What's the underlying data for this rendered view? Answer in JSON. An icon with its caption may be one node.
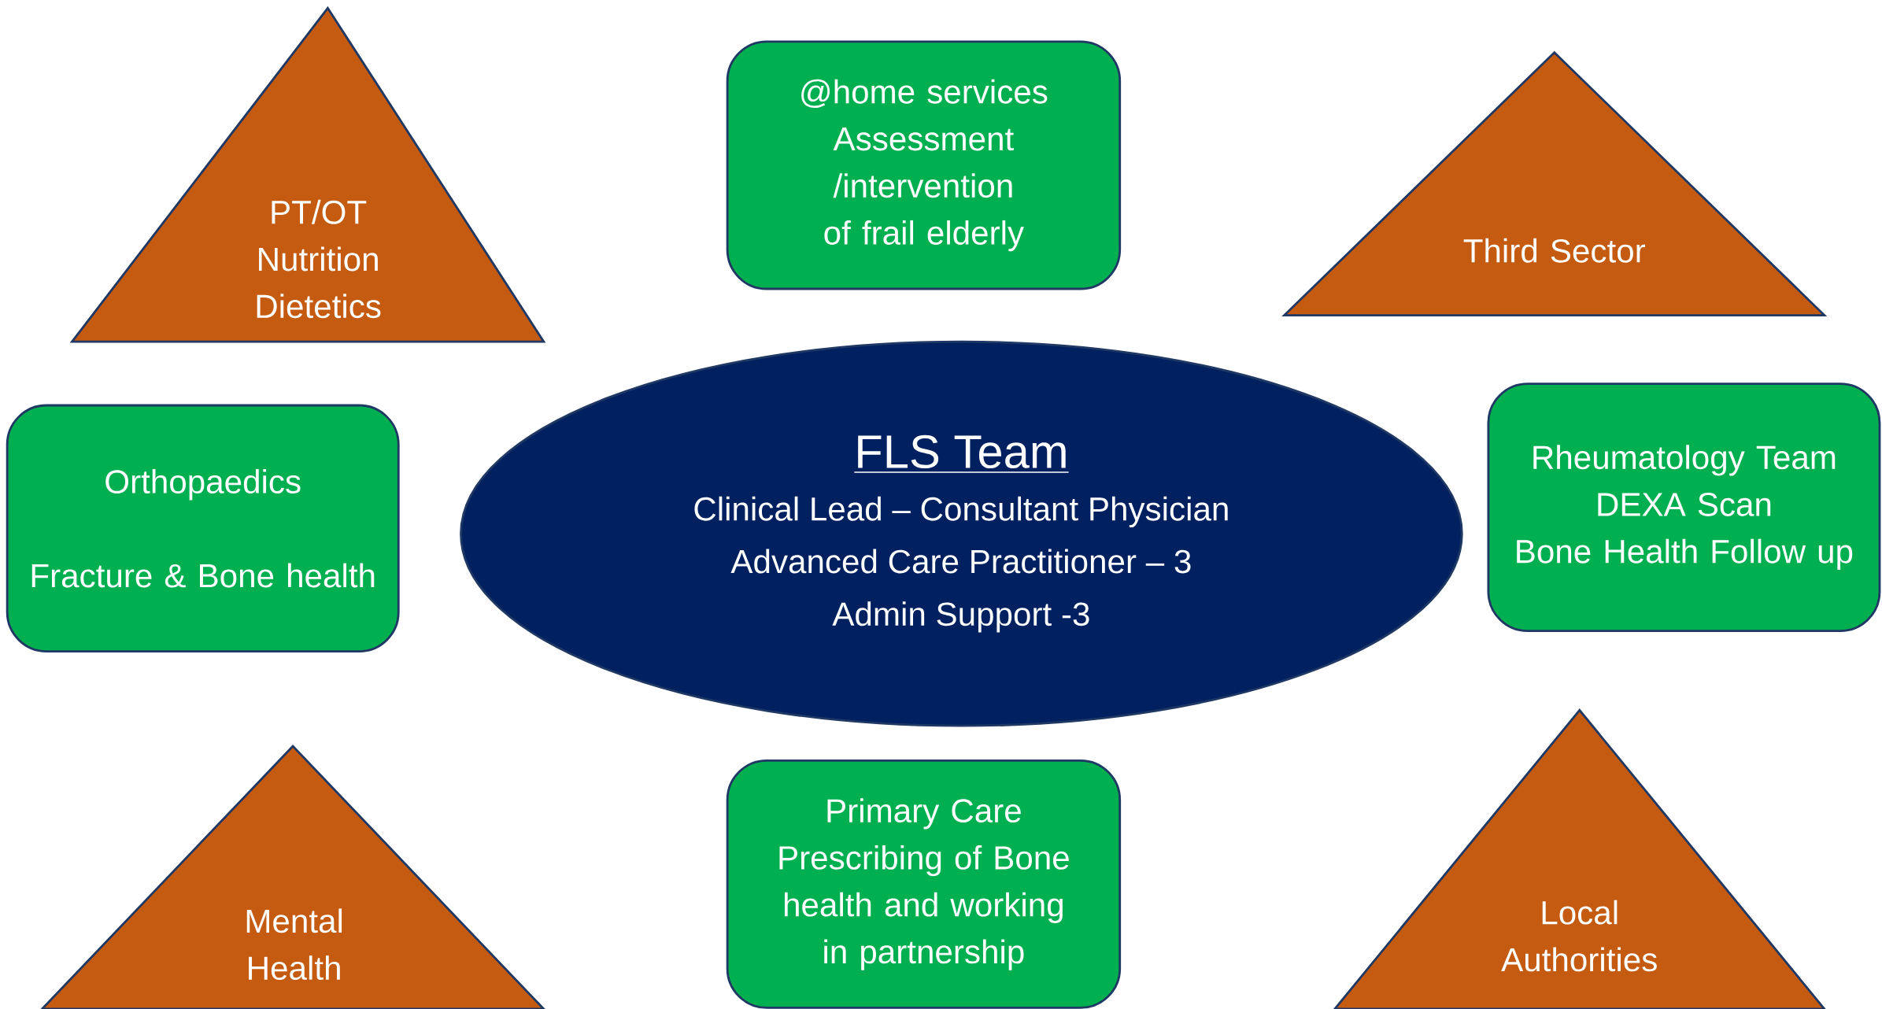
{
  "diagram": {
    "nodes": [
      {
        "text": [
          "PT/OT",
          "Nutrition",
          "Dietetics"
        ]
      },
      {
        "text": [
          "@home services",
          "Assessment /intervention of frail elderly"
        ]
      },
      {
        "text": [
          "Third Sector"
        ]
      },
      {
        "text": [
          "Orthopaedics",
          "Fracture & Bone health"
        ]
      },
      {
        "text": [
          "FLS Team",
          "Clinical Lead – Consultant Physician",
          "Advanced Care Practitioner – 3",
          "Admin Support -3"
        ]
      },
      {
        "text": [
          "Rheumatology Team",
          "DEXA Scan",
          "Bone Health Follow up"
        ]
      },
      {
        "text": [
          "Mental Health"
        ]
      },
      {
        "text": [
          "Primary Care",
          "Prescribing of Bone health and working in partnership"
        ]
      },
      {
        "text": [
          "Local Authorities"
        ]
      }
    ]
  }
}
